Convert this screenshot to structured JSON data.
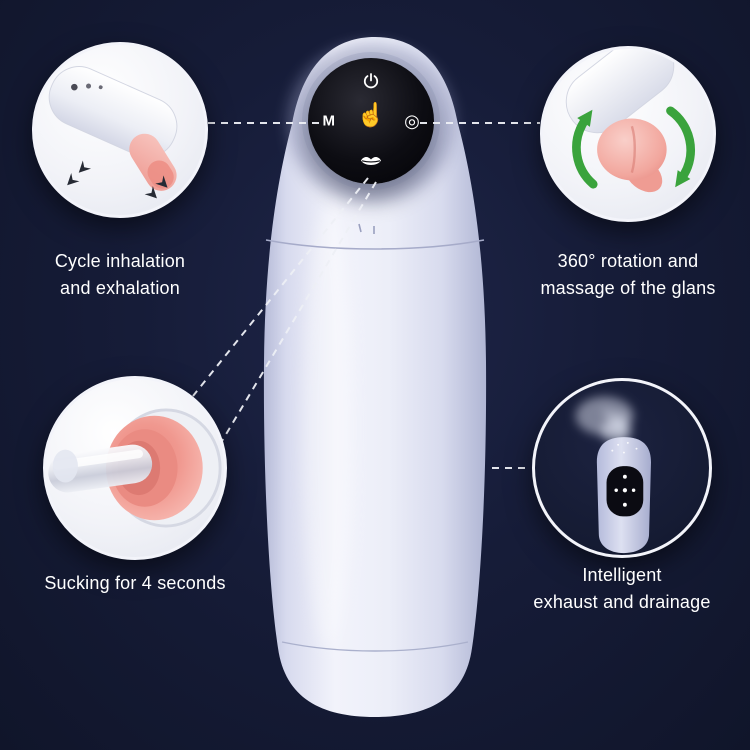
{
  "colors": {
    "background": "#141a32",
    "device_body": "#eceef8",
    "panel_black": "#0b0b12",
    "sleeve_pink": "#f2a79e",
    "rotation_green": "#3aa33c",
    "caption_text": "#ffffff",
    "connector_dash": "#eef0f6"
  },
  "device": {
    "panel": {
      "power_icon": "power-icon",
      "mode_glyph": "M",
      "touch_glyph": "☝",
      "target_glyph": "◎",
      "mouth_icon": "mouth-icon"
    }
  },
  "callouts": {
    "top_left": {
      "icon": "inhale-exhale-motion",
      "caption": [
        "Cycle inhalation",
        "and exhalation"
      ]
    },
    "top_right": {
      "icon": "360-rotation-massage",
      "caption": [
        "360° rotation and",
        "massage of the glans"
      ]
    },
    "bottom_left": {
      "icon": "sucking-close-up",
      "caption": [
        "Sucking for 4 seconds"
      ]
    },
    "bottom_right": {
      "icon": "mist-exhaust-device",
      "caption": [
        "Intelligent",
        "exhaust and drainage"
      ]
    }
  }
}
